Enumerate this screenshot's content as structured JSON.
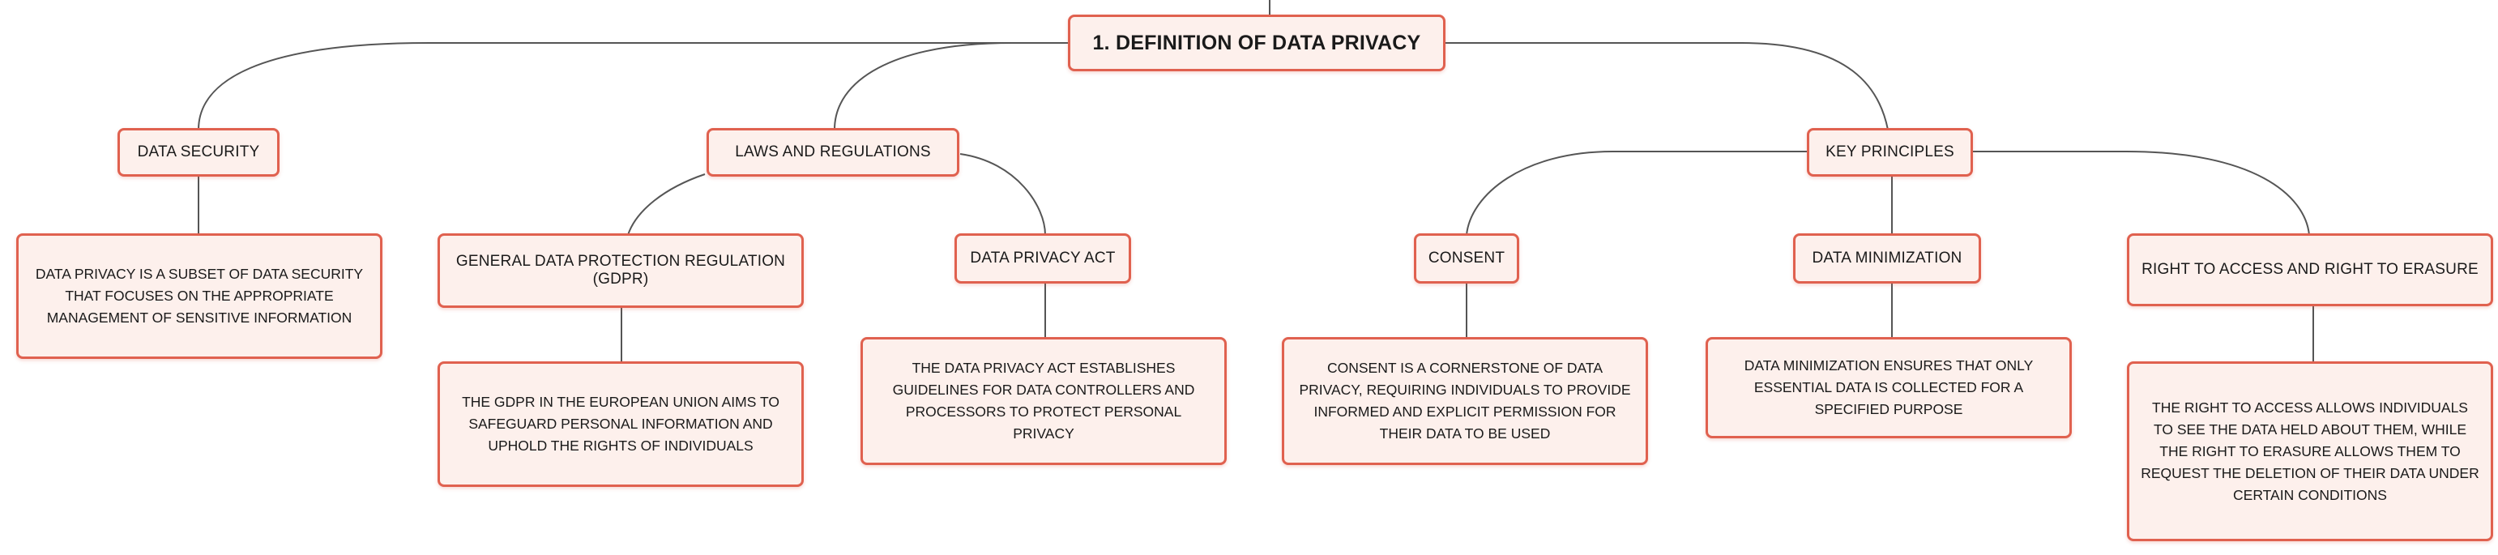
{
  "root": {
    "label": "1. DEFINITION OF DATA PRIVACY"
  },
  "branches": [
    {
      "label": "DATA SECURITY",
      "description": "DATA PRIVACY IS A SUBSET OF DATA SECURITY THAT FOCUSES ON THE APPROPRIATE MANAGEMENT OF SENSITIVE INFORMATION"
    },
    {
      "label": "LAWS AND REGULATIONS",
      "children": [
        {
          "label": "GENERAL DATA PROTECTION REGULATION (GDPR)",
          "description": "THE GDPR IN THE EUROPEAN UNION AIMS TO SAFEGUARD PERSONAL INFORMATION AND UPHOLD THE RIGHTS OF INDIVIDUALS"
        },
        {
          "label": "DATA PRIVACY ACT",
          "description": "THE DATA PRIVACY ACT ESTABLISHES GUIDELINES FOR DATA CONTROLLERS AND PROCESSORS TO PROTECT PERSONAL PRIVACY"
        }
      ]
    },
    {
      "label": "KEY PRINCIPLES",
      "children": [
        {
          "label": "CONSENT",
          "description": "CONSENT IS A CORNERSTONE OF DATA PRIVACY, REQUIRING INDIVIDUALS TO PROVIDE INFORMED AND EXPLICIT PERMISSION FOR THEIR DATA TO BE USED"
        },
        {
          "label": "DATA MINIMIZATION",
          "description": "DATA MINIMIZATION ENSURES THAT ONLY ESSENTIAL DATA IS COLLECTED FOR A SPECIFIED PURPOSE"
        },
        {
          "label": "RIGHT TO ACCESS AND RIGHT TO ERASURE",
          "description": "THE RIGHT TO ACCESS ALLOWS INDIVIDUALS TO SEE THE DATA HELD ABOUT THEM, WHILE THE RIGHT TO ERASURE ALLOWS THEM TO REQUEST THE DELETION OF THEIR DATA UNDER CERTAIN CONDITIONS"
        }
      ]
    }
  ],
  "colors": {
    "node_border": "#e0614f",
    "node_fill": "#fdf0ec",
    "connector": "#555555",
    "text": "#1a1a1a"
  }
}
